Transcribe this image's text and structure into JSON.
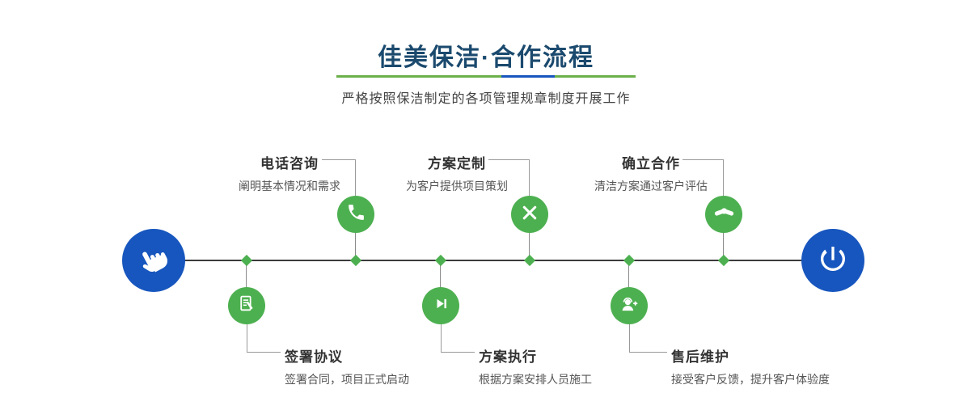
{
  "header": {
    "title": "佳美保洁·合作流程",
    "subtitle": "严格按照保洁制定的各项管理规章制度开展工作"
  },
  "flow": {
    "start": {
      "icon": "pointing-hand-icon"
    },
    "end": {
      "icon": "power-icon"
    },
    "top_steps": [
      {
        "label": "电话咨询",
        "desc": "阐明基本情况和需求",
        "icon": "phone-icon"
      },
      {
        "label": "方案定制",
        "desc": "为客户提供项目策划",
        "icon": "design-pencil-icon"
      },
      {
        "label": "确立合作",
        "desc": "清洁方案通过客户评估",
        "icon": "handshake-icon"
      }
    ],
    "bottom_steps": [
      {
        "label": "签署协议",
        "desc": "签署合同，项目正式启动",
        "icon": "contract-icon"
      },
      {
        "label": "方案执行",
        "desc": "根据方案安排人员施工",
        "icon": "play-next-icon"
      },
      {
        "label": "售后维护",
        "desc": "接受客户反馈，提升客户体验度",
        "icon": "customer-service-icon"
      }
    ]
  },
  "colors": {
    "title_blue": "#1b4a6e",
    "accent_green": "#4db050",
    "accent_blue": "#1756be",
    "line_dark": "#3c3c3c"
  }
}
